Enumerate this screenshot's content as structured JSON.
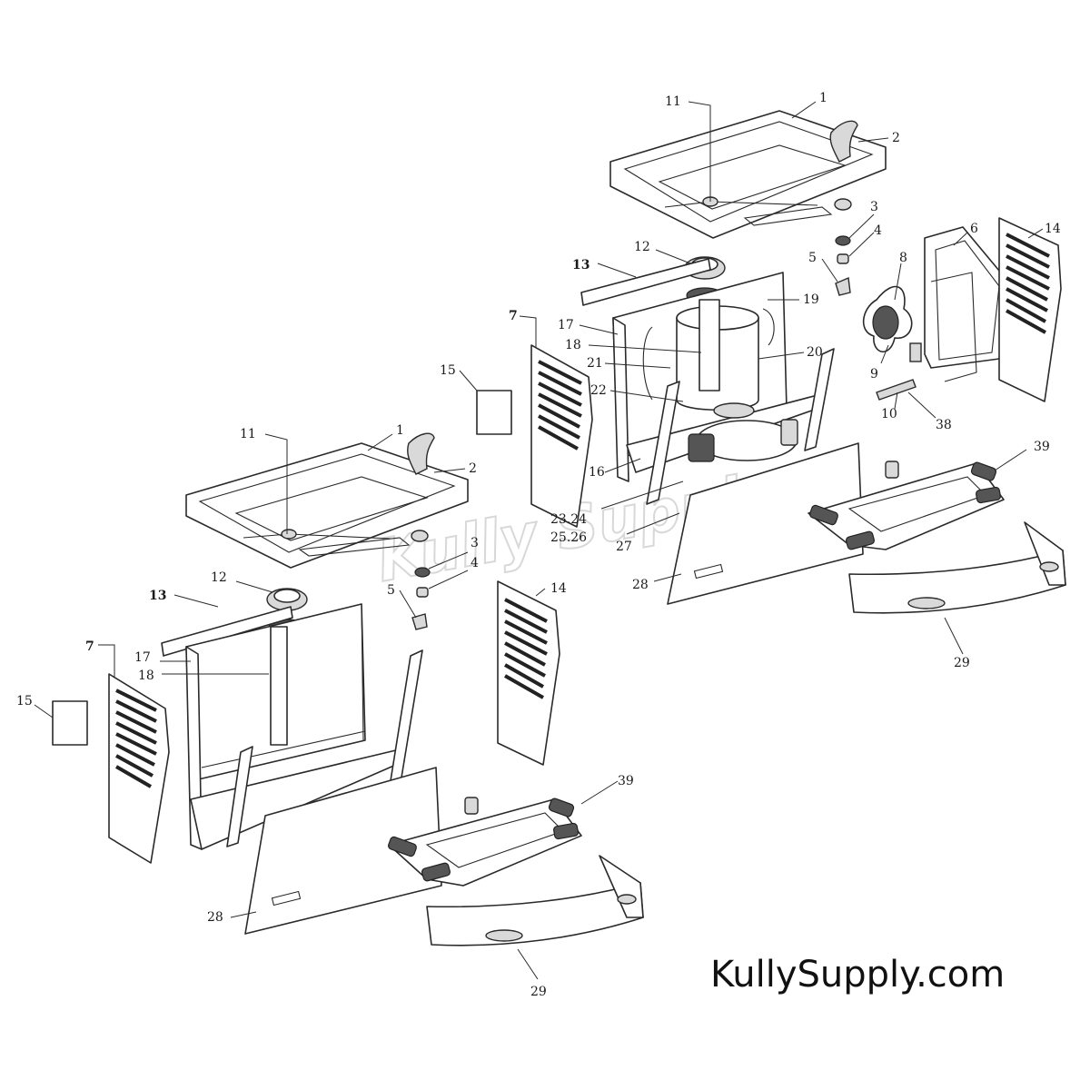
{
  "brand_text": "KullySupply.com",
  "watermark": "Kully Supply",
  "callouts": {
    "l1": "1",
    "l2": "2",
    "l3": "3",
    "l4": "4",
    "l5": "5",
    "l7": "7",
    "l11": "11",
    "l12": "12",
    "l13": "13",
    "l14": "14",
    "l15": "15",
    "l17": "17",
    "l18": "18",
    "l28": "28",
    "l29": "29",
    "l39": "39",
    "r1": "1",
    "r2": "2",
    "r3": "3",
    "r4": "4",
    "r5": "5",
    "r6": "6",
    "r7": "7",
    "r8": "8",
    "r9": "9",
    "r10": "10",
    "r11": "11",
    "r12": "12",
    "r13": "13",
    "r14": "14",
    "r15": "15",
    "r16": "16",
    "r17": "17",
    "r18": "18",
    "r19": "19",
    "r20": "20",
    "r21": "21",
    "r22": "22",
    "r23": "23.24",
    "r25": "25.26",
    "r27": "27",
    "r28": "28",
    "r29": "29",
    "r38": "38",
    "r39": "39"
  }
}
